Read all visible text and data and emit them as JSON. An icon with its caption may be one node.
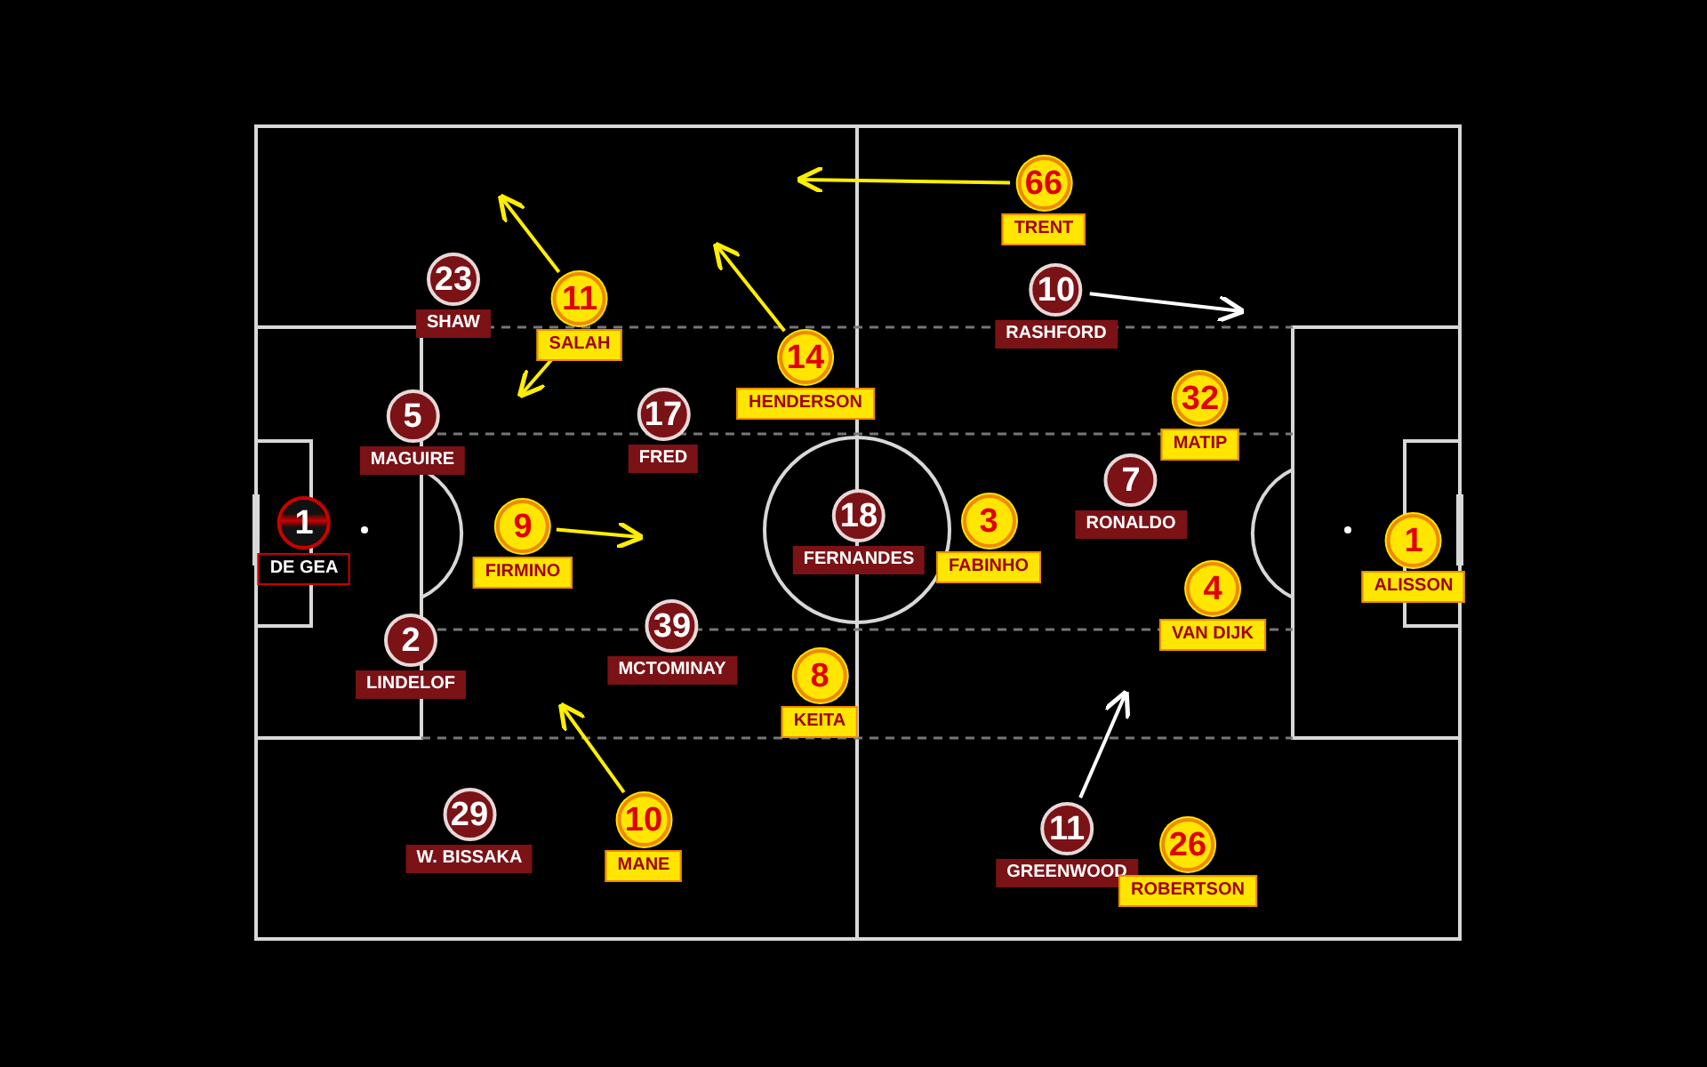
{
  "diagram": {
    "nodes": [
      {
        "text": [
          "66",
          "TRENT"
        ]
      },
      {
        "text": [
          "23",
          "SHAW"
        ]
      },
      {
        "text": [
          "11",
          "SALAH"
        ]
      },
      {
        "text": [
          "10",
          "RASHFORD"
        ]
      },
      {
        "text": [
          "14",
          "HENDERSON"
        ]
      },
      {
        "text": [
          "32",
          "MATIP"
        ]
      },
      {
        "text": [
          "5",
          "MAGUIRE"
        ]
      },
      {
        "text": [
          "17",
          "FRED"
        ]
      },
      {
        "text": [
          "7",
          "RONALDO"
        ]
      },
      {
        "text": [
          "18",
          "FERNANDES"
        ]
      },
      {
        "text": [
          "3",
          "FABINHO"
        ]
      },
      {
        "text": [
          "9",
          "FIRMINO"
        ]
      },
      {
        "text": [
          "1",
          "DE GEA"
        ]
      },
      {
        "text": [
          "1",
          "ALISSON"
        ]
      },
      {
        "text": [
          "4",
          "VAN DIJK"
        ]
      },
      {
        "text": [
          "2",
          "LINDELOF"
        ]
      },
      {
        "text": [
          "39",
          "MCTOMINAY"
        ]
      },
      {
        "text": [
          "8",
          "KEITA"
        ]
      },
      {
        "text": [
          "29",
          "W. BISSAKA"
        ]
      },
      {
        "text": [
          "10",
          "MANE"
        ]
      },
      {
        "text": [
          "11",
          "GREENWOOD"
        ]
      },
      {
        "text": [
          "26",
          "ROBERTSON"
        ]
      }
    ],
    "edges": [
      {
        "from": 0,
        "to": null,
        "arrow": "to"
      },
      {
        "from": 2,
        "to": null,
        "arrow": "to"
      },
      {
        "from": 2,
        "to": null,
        "arrow": "to"
      },
      {
        "from": 4,
        "to": null,
        "arrow": "to"
      },
      {
        "from": 11,
        "to": null,
        "arrow": "to"
      },
      {
        "from": 19,
        "to": null,
        "arrow": "to"
      },
      {
        "from": 3,
        "to": null,
        "arrow": "to",
        "color": "#ffffff"
      },
      {
        "from": 20,
        "to": null,
        "arrow": "to",
        "color": "#ffffff"
      }
    ]
  }
}
